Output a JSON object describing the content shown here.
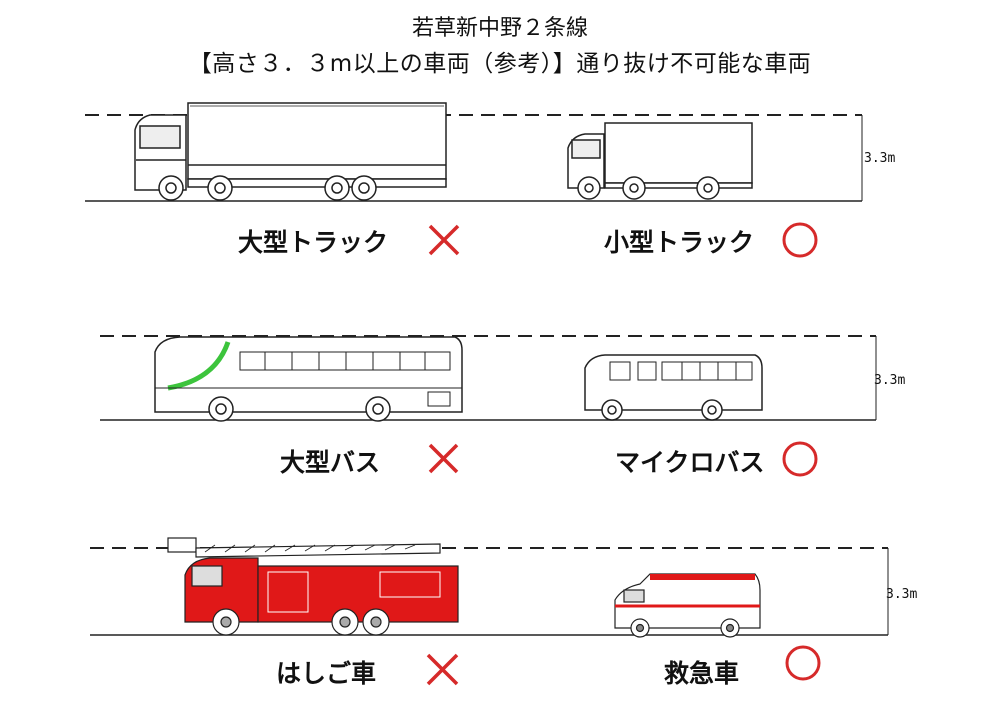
{
  "title_line1": "若草新中野２条線",
  "title_line2": "【高さ３．３m以上の車両（参考）】通り抜け不可能な車両",
  "height_label": "3.3m",
  "rows": [
    {
      "left": {
        "name": "大型トラック",
        "symbol": "×"
      },
      "right": {
        "name": "小型トラック",
        "symbol": "○"
      }
    },
    {
      "left": {
        "name": "大型バス",
        "symbol": "×"
      },
      "right": {
        "name": "マイクロバス",
        "symbol": "○"
      }
    },
    {
      "left": {
        "name": "はしご車",
        "symbol": "×"
      },
      "right": {
        "name": "救急車",
        "symbol": "○"
      }
    }
  ],
  "colors": {
    "cross": "#d62a2a",
    "circle": "#d62a2a",
    "bus_stripe": "#3cc43c",
    "ladder_truck": "#e01818"
  }
}
